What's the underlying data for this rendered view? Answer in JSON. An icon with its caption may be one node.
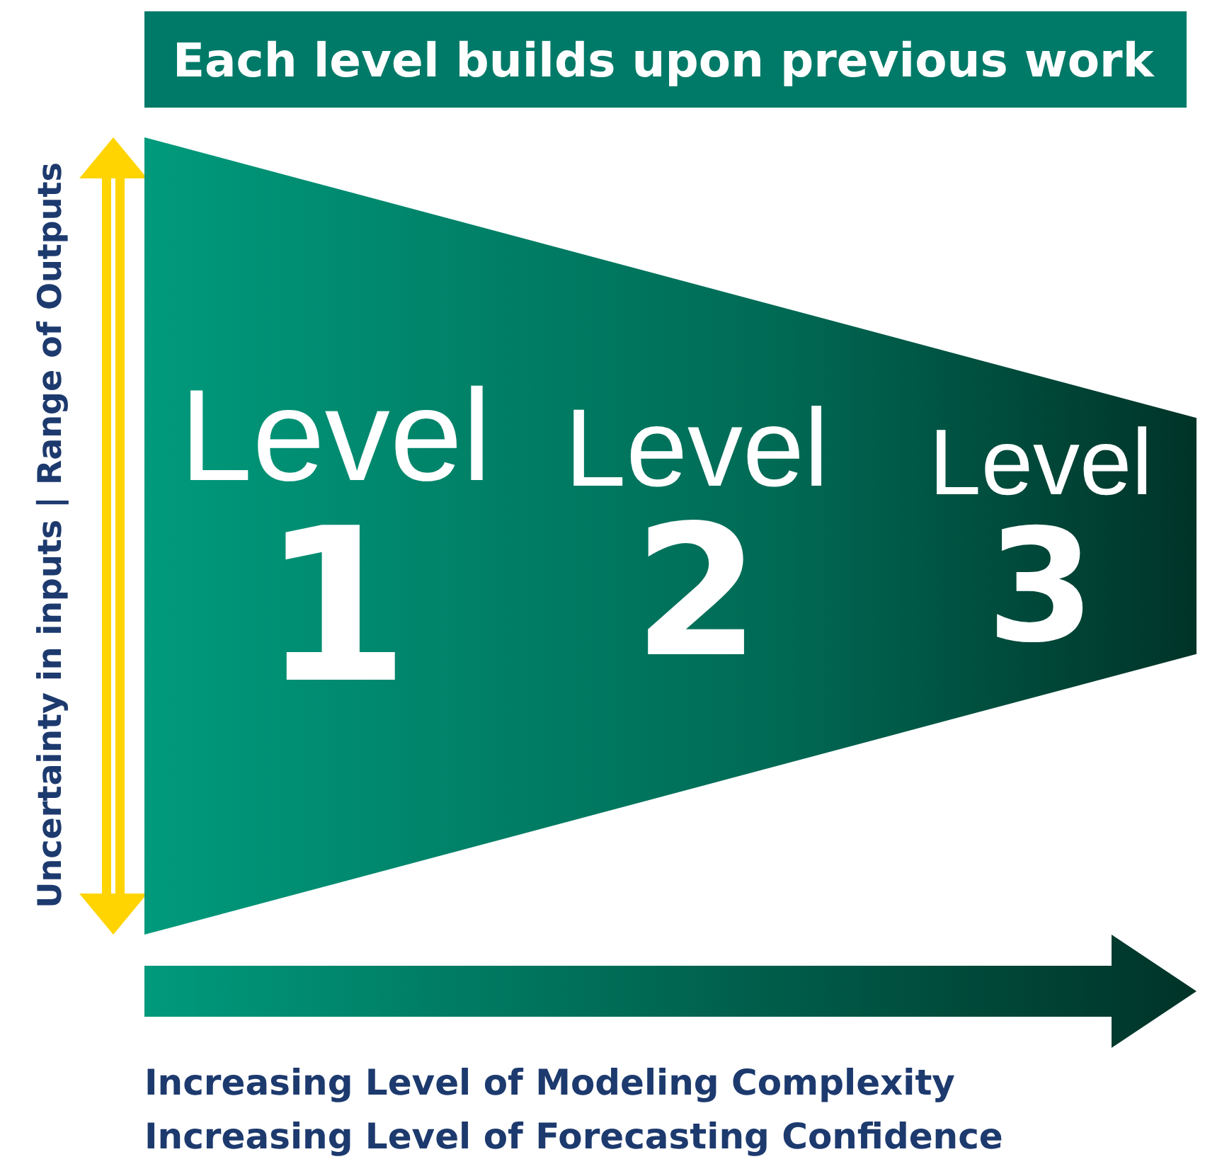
{
  "diagram": {
    "title": "Each level builds upon previous work",
    "nodes": [
      {
        "text": [],
        "shape": "trapezoid"
      },
      {
        "text": [
          "Level 1"
        ],
        "in": 0
      },
      {
        "text": [
          "Level 2"
        ],
        "in": 0
      },
      {
        "text": [
          "Level 3"
        ],
        "in": 0
      }
    ],
    "labels": [
      "Uncertainty in inputs | Range of Outputs",
      "Increasing Level of Modeling Complexity",
      "Increasing Level of Forecasting Confidence"
    ]
  }
}
